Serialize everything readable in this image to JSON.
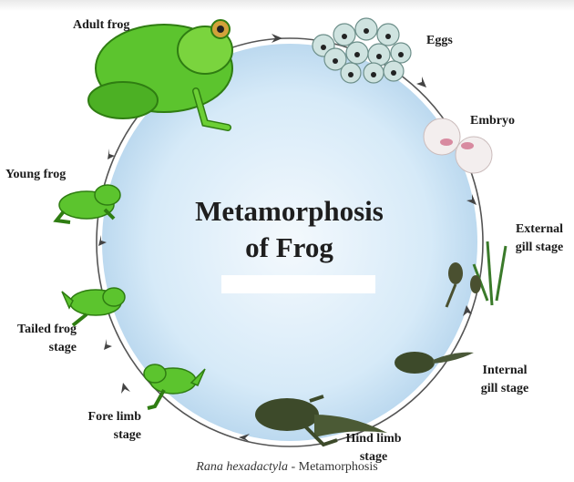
{
  "title_line1": "Metamorphosis",
  "title_line2": "of Frog",
  "caption": {
    "species": "Rana hexadactyla",
    "suffix": " - Metamorphosis"
  },
  "stages": {
    "adult_frog": "Adult frog",
    "eggs": "Eggs",
    "embryo": "Embryo",
    "external_gill_1": "External",
    "external_gill_2": "gill stage",
    "internal_gill_1": "Internal",
    "internal_gill_2": "gill stage",
    "hind_limb_1": "Hind limb",
    "hind_limb_2": "stage",
    "fore_limb_1": "Fore limb",
    "fore_limb_2": "stage",
    "tailed_frog_1": "Tailed frog",
    "tailed_frog_2": "stage",
    "young_frog": "Young frog"
  },
  "colors": {
    "circle_fill": "#cfe6f6",
    "frog_green": "#5cc42e",
    "tadpole": "#3d4a2a",
    "cycle_line": "#555555"
  }
}
